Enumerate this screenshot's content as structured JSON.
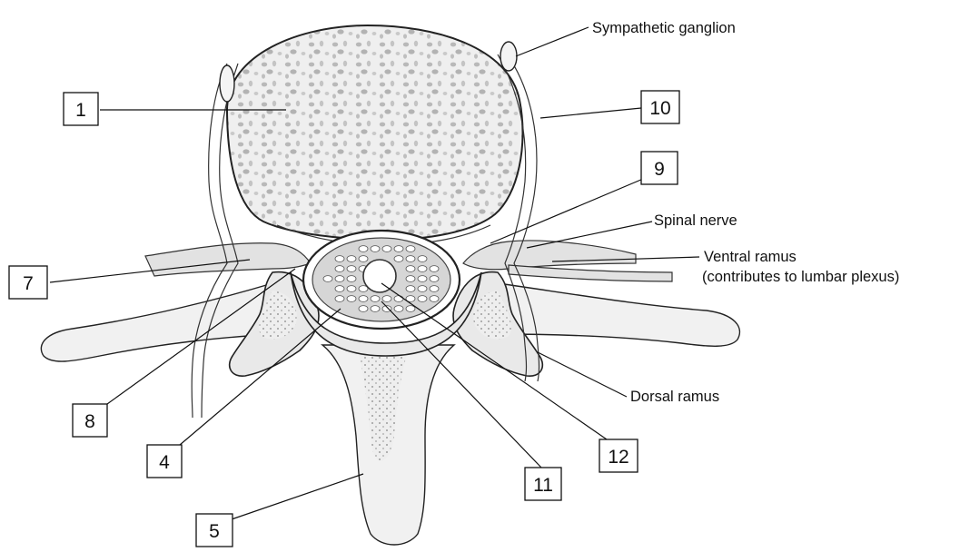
{
  "diagram": {
    "numbered_labels": [
      "1",
      "4",
      "5",
      "7",
      "8",
      "9",
      "10",
      "11",
      "12"
    ],
    "text_labels": {
      "sympathetic_ganglion": "Sympathetic ganglion",
      "spinal_nerve": "Spinal nerve",
      "ventral_ramus": "Ventral ramus",
      "ventral_ramus_note": "(contributes to lumbar plexus)",
      "dorsal_ramus": "Dorsal ramus"
    },
    "colors": {
      "ink": "#111111",
      "bone_fill": "#e9e9e9",
      "cord_fill": "#d6d6d6"
    }
  }
}
